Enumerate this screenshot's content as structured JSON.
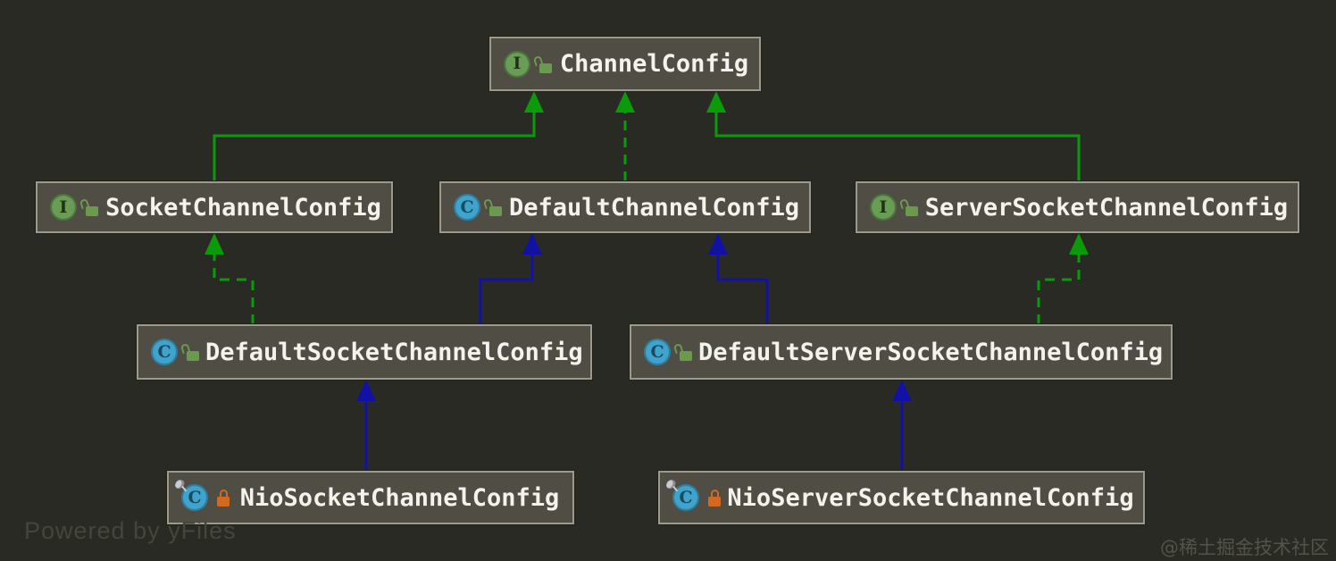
{
  "colors": {
    "background": "#2a2a24",
    "node_fill": "#504d45",
    "node_border": "#9c998f",
    "node_text": "#f4f2ec",
    "interface_edge_green": "#0a9a0a",
    "class_edge_blue": "#1111a5",
    "interface_icon_bg": "#699c55",
    "class_icon_bg": "#3fa3cb",
    "public_lock_green": "#6a9b4d",
    "package_lock_orange": "#d2691e"
  },
  "diagram": {
    "nodes": [
      {
        "id": "ChannelConfig",
        "label": "ChannelConfig",
        "kind": "interface",
        "icon_letter": "I",
        "visibility": "public",
        "final": false
      },
      {
        "id": "SocketChannelConfig",
        "label": "SocketChannelConfig",
        "kind": "interface",
        "icon_letter": "I",
        "visibility": "public",
        "final": false
      },
      {
        "id": "DefaultChannelConfig",
        "label": "DefaultChannelConfig",
        "kind": "class",
        "icon_letter": "C",
        "visibility": "public",
        "final": false
      },
      {
        "id": "ServerSocketChannelConfig",
        "label": "ServerSocketChannelConfig",
        "kind": "interface",
        "icon_letter": "I",
        "visibility": "public",
        "final": false
      },
      {
        "id": "DefaultSocketChannelConfig",
        "label": "DefaultSocketChannelConfig",
        "kind": "class",
        "icon_letter": "C",
        "visibility": "public",
        "final": false
      },
      {
        "id": "DefaultServerSocketChannelConfig",
        "label": "DefaultServerSocketChannelConfig",
        "kind": "class",
        "icon_letter": "C",
        "visibility": "public",
        "final": false
      },
      {
        "id": "NioSocketChannelConfig",
        "label": "NioSocketChannelConfig",
        "kind": "class",
        "icon_letter": "C",
        "visibility": "package-private",
        "final": true
      },
      {
        "id": "NioServerSocketChannelConfig",
        "label": "NioServerSocketChannelConfig",
        "kind": "class",
        "icon_letter": "C",
        "visibility": "package-private",
        "final": true
      }
    ],
    "edges": [
      {
        "from": "SocketChannelConfig",
        "to": "ChannelConfig",
        "relation": "extends",
        "style": "solid-green"
      },
      {
        "from": "DefaultChannelConfig",
        "to": "ChannelConfig",
        "relation": "implements",
        "style": "dashed-green"
      },
      {
        "from": "ServerSocketChannelConfig",
        "to": "ChannelConfig",
        "relation": "extends",
        "style": "solid-green"
      },
      {
        "from": "DefaultSocketChannelConfig",
        "to": "SocketChannelConfig",
        "relation": "implements",
        "style": "dashed-green"
      },
      {
        "from": "DefaultSocketChannelConfig",
        "to": "DefaultChannelConfig",
        "relation": "extends",
        "style": "solid-blue"
      },
      {
        "from": "DefaultServerSocketChannelConfig",
        "to": "DefaultChannelConfig",
        "relation": "extends",
        "style": "solid-blue"
      },
      {
        "from": "DefaultServerSocketChannelConfig",
        "to": "ServerSocketChannelConfig",
        "relation": "implements",
        "style": "dashed-green"
      },
      {
        "from": "NioSocketChannelConfig",
        "to": "DefaultSocketChannelConfig",
        "relation": "extends",
        "style": "solid-blue"
      },
      {
        "from": "NioServerSocketChannelConfig",
        "to": "DefaultServerSocketChannelConfig",
        "relation": "extends",
        "style": "solid-blue"
      }
    ]
  },
  "watermarks": {
    "yfiles": "Powered by yFiles",
    "juejin": "@稀土掘金技术社区"
  }
}
